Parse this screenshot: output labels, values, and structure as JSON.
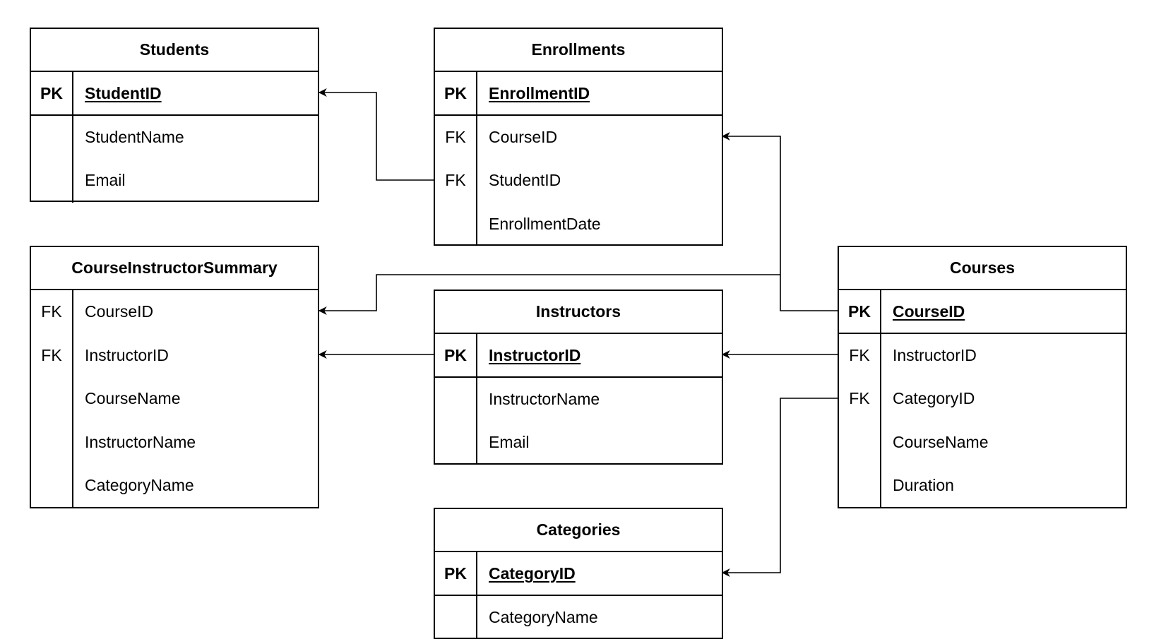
{
  "tables": {
    "students": {
      "title": "Students",
      "rows": [
        {
          "key": "PK",
          "field": "StudentID"
        },
        {
          "key": "",
          "field": "StudentName"
        },
        {
          "key": "",
          "field": "Email"
        }
      ]
    },
    "enrollments": {
      "title": "Enrollments",
      "rows": [
        {
          "key": "PK",
          "field": "EnrollmentID"
        },
        {
          "key": "FK",
          "field": "CourseID"
        },
        {
          "key": "FK",
          "field": "StudentID"
        },
        {
          "key": "",
          "field": "EnrollmentDate"
        }
      ]
    },
    "summary": {
      "title": "CourseInstructorSummary",
      "rows": [
        {
          "key": "FK",
          "field": "CourseID"
        },
        {
          "key": "FK",
          "field": "InstructorID"
        },
        {
          "key": "",
          "field": "CourseName"
        },
        {
          "key": "",
          "field": "InstructorName"
        },
        {
          "key": "",
          "field": "CategoryName"
        }
      ]
    },
    "instructors": {
      "title": "Instructors",
      "rows": [
        {
          "key": "PK",
          "field": "InstructorID"
        },
        {
          "key": "",
          "field": "InstructorName"
        },
        {
          "key": "",
          "field": "Email"
        }
      ]
    },
    "courses": {
      "title": "Courses",
      "rows": [
        {
          "key": "PK",
          "field": "CourseID"
        },
        {
          "key": "FK",
          "field": "InstructorID"
        },
        {
          "key": "FK",
          "field": "CategoryID"
        },
        {
          "key": "",
          "field": "CourseName"
        },
        {
          "key": "",
          "field": "Duration"
        }
      ]
    },
    "categories": {
      "title": "Categories",
      "rows": [
        {
          "key": "PK",
          "field": "CategoryID"
        },
        {
          "key": "",
          "field": "CategoryName"
        }
      ]
    }
  },
  "relationships": [
    {
      "from": "Enrollments.StudentID",
      "to": "Students.StudentID"
    },
    {
      "from": "Courses.CourseID",
      "to": "Enrollments.CourseID"
    },
    {
      "from": "Courses.CourseID",
      "to": "CourseInstructorSummary.CourseID"
    },
    {
      "from": "Instructors.InstructorID",
      "to": "CourseInstructorSummary.InstructorID"
    },
    {
      "from": "Courses.InstructorID",
      "to": "Instructors.InstructorID"
    },
    {
      "from": "Courses.CategoryID",
      "to": "Categories.CategoryID"
    }
  ]
}
